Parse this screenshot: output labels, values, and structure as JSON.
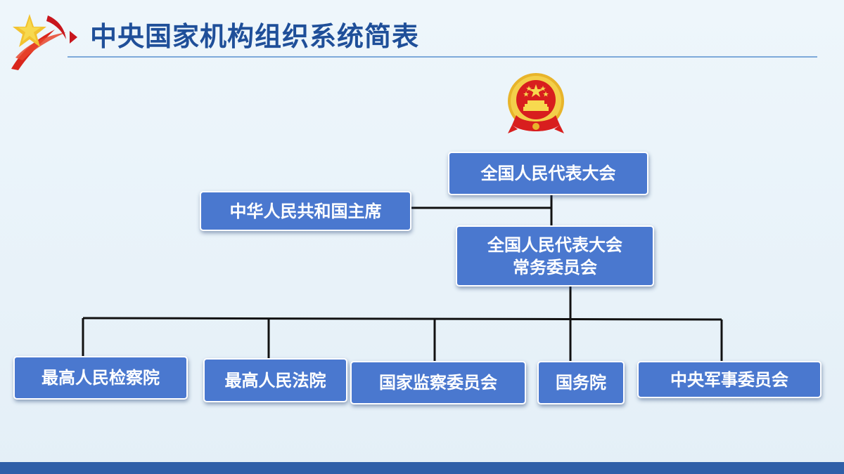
{
  "header": {
    "title": "中央国家机构组织系统简表",
    "logo_icon": "red-ribbon-star-logo-icon",
    "arrow_icon": "red-triangle-arrow-icon"
  },
  "emblem": {
    "icon": "national-emblem-icon"
  },
  "org_chart": {
    "top": "全国人民代表大会",
    "president": "中华人民共和国主席",
    "standing_committee": {
      "line1": "全国人民代表大会",
      "line2": "常务委员会"
    },
    "branches": [
      "最高人民检察院",
      "最高人民法院",
      "国家监察委员会",
      "国务院",
      "中央军事委员会"
    ]
  },
  "colors": {
    "title": "#1f4f99",
    "box_fill": "#4a78cf",
    "accent_red": "#c8161d",
    "connector": "#111111",
    "footer": "#2f5fa8"
  }
}
